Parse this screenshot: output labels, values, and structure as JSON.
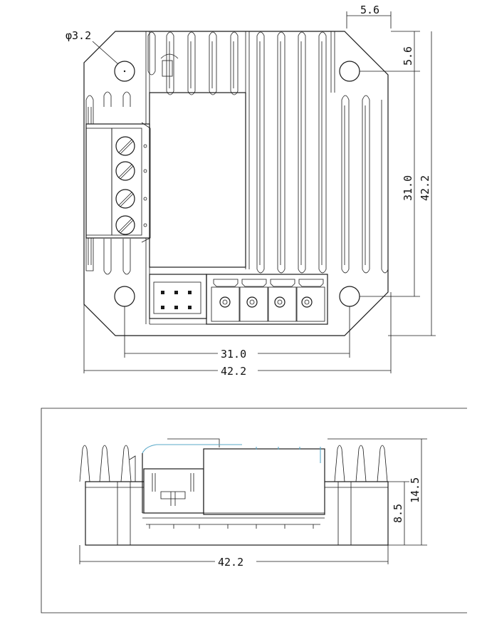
{
  "top_view": {
    "hole_dia_label": "φ3.2",
    "offset_h_label": "5.6",
    "offset_v_label": "5.6",
    "hole_pitch_v_label": "31.0",
    "overall_v_label": "42.2",
    "hole_pitch_h_label": "31.0",
    "overall_h_label": "42.2"
  },
  "side_view": {
    "total_height_label": "14.5",
    "base_height_label": "8.5",
    "overall_width_label": "42.2"
  },
  "colors": {
    "line": "#1a1a1a",
    "accent": "#5aa9c9"
  }
}
